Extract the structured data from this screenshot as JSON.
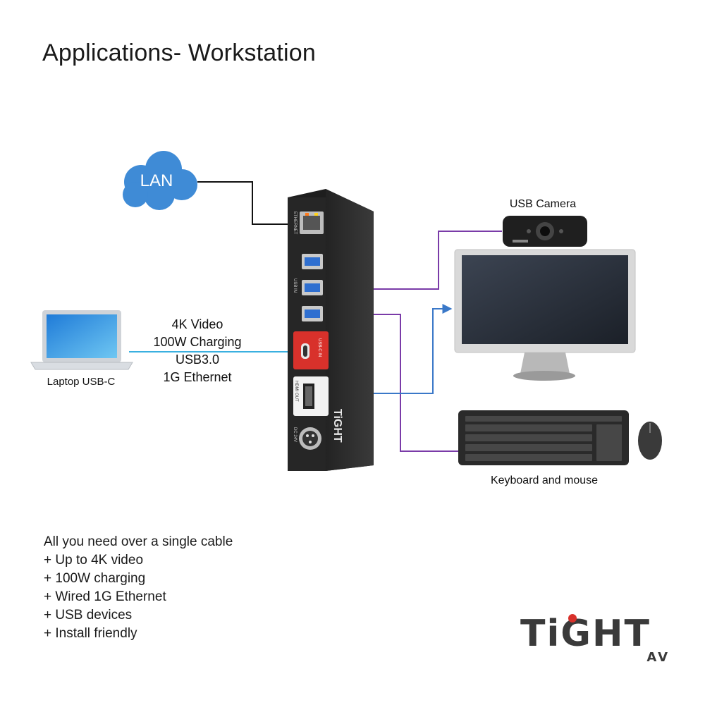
{
  "title": "Applications- Workstation",
  "nodes": {
    "lan": "LAN",
    "usb_camera": "USB Camera",
    "laptop": "Laptop USB-C",
    "keyboard_mouse": "Keyboard and mouse"
  },
  "link_labels": [
    "4K Video",
    "100W Charging",
    "USB3.0",
    "1G Ethernet"
  ],
  "features": [
    "All you need over a single cable",
    "+ Up to 4K video",
    "+ 100W charging",
    "+ Wired 1G Ethernet",
    "+ USB devices",
    "+ Install friendly"
  ],
  "device_ports": {
    "ethernet": "ETHERNET",
    "usb_in": "USB IN",
    "usbc_in": "USB-C IN",
    "hdmi_out": "HDMI OUT",
    "dc": "DC 24V"
  },
  "logo": {
    "main": "TiGHT",
    "sub": "AV"
  },
  "colors": {
    "lan_link": "#111111",
    "usb_link": "#7a3ba8",
    "video_link": "#3a78c8",
    "usbc_link": "#3ab0e0",
    "port_red": "#d8312b",
    "device_body": "#2c2c2c"
  }
}
